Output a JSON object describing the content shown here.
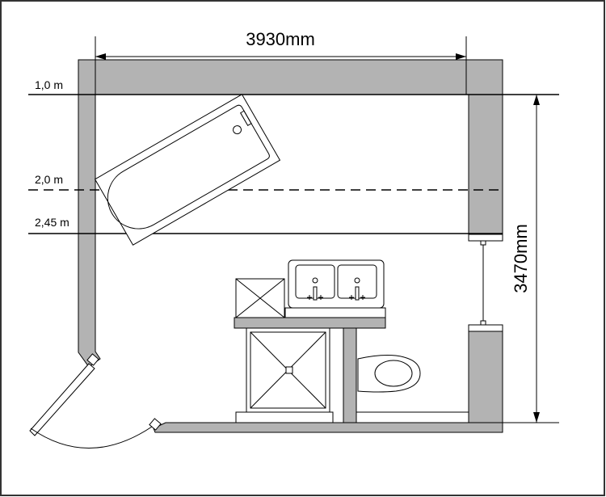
{
  "dimensions": {
    "width_label": "3930mm",
    "height_label": "3470mm"
  },
  "levels": [
    {
      "label": "1,0 m",
      "style": "solid"
    },
    {
      "label": "2,0 m",
      "style": "dashed"
    },
    {
      "label": "2,45 m",
      "style": "solid"
    }
  ],
  "colors": {
    "wall": "#b3b3b3",
    "line": "#000000",
    "background": "#ffffff"
  }
}
